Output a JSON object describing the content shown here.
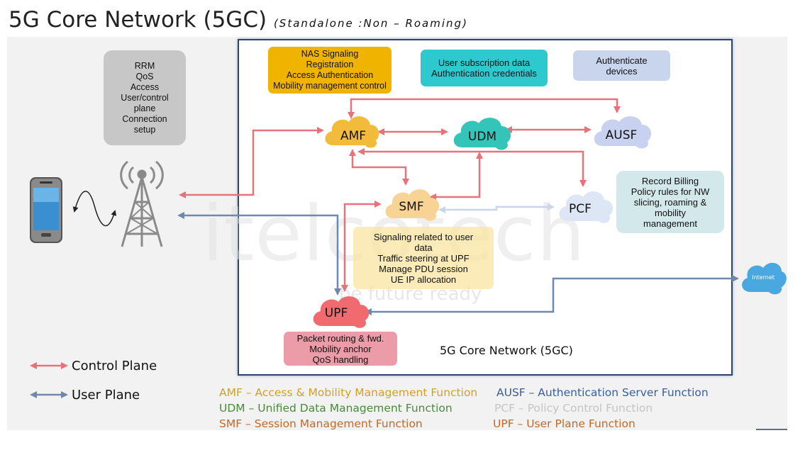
{
  "title": "5G Core Network (5GC)",
  "subtitle": "Standalone :Non – Roaming",
  "boxes": {
    "ran": [
      "RRM",
      "QoS",
      "Access",
      "User/control",
      "plane",
      "Connection",
      "setup"
    ],
    "amf": [
      "NAS Signaling",
      "Registration",
      "Access Authentication",
      "Mobility management control"
    ],
    "udm": [
      "User subscription data",
      "Authentication credentials"
    ],
    "ausf": [
      "Authenticate",
      "devices"
    ],
    "pcf": [
      "Record Billing",
      "Policy rules for NW",
      "slicing, roaming &",
      "mobility",
      "management"
    ],
    "smf": [
      "Signaling related to user",
      "data",
      "Traffic steering at UPF",
      "Manage PDU session",
      "UE IP allocation"
    ],
    "upf": [
      "Packet routing & fwd.",
      "Mobility anchor",
      "QoS handling"
    ]
  },
  "nodes": {
    "amf": "AMF",
    "udm": "UDM",
    "ausf": "AUSF",
    "smf": "SMF",
    "pcf": "PCF",
    "upf": "UPF",
    "internet": "Internet"
  },
  "core_label": "5G Core Network (5GC)",
  "watermark": {
    "brand": "itelcotech",
    "tagline": "be future ready"
  },
  "legend": {
    "control": "Control Plane",
    "user": "User Plane"
  },
  "definitions": {
    "amf": "AMF – Access & Mobility Management Function",
    "udm": "UDM – Unified Data Management Function",
    "smf": "SMF – Session Management Function",
    "ausf": "AUSF – Authentication Server Function",
    "pcf": "PCF – Policy Control Function",
    "upf": "UPF – User Plane Function"
  },
  "colors": {
    "control": "#e8727a",
    "user": "#7088aa",
    "amf_def": "#d4a023",
    "udm_def": "#4a8a3a",
    "smf_def": "#c0692a",
    "ausf_def": "#3a5e9a",
    "pcf_def": "#c4c4c4",
    "upf_def": "#c0692a"
  }
}
